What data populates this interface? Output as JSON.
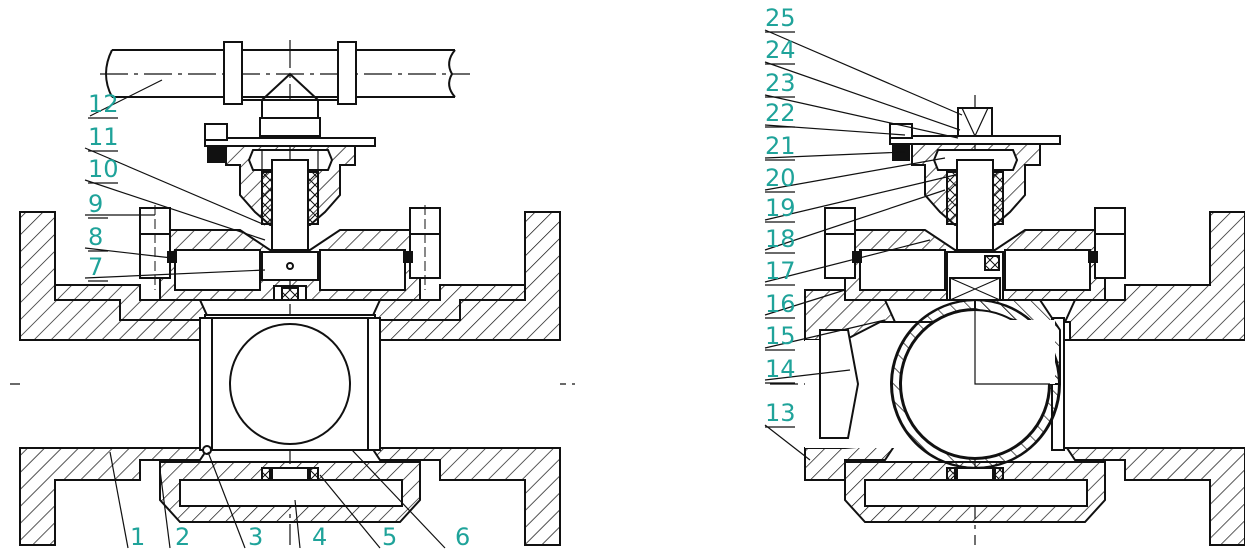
{
  "colors": {
    "line": "#111111",
    "label": "#1fa39a",
    "background": "#ffffff"
  },
  "left_view": {
    "labels": [
      "1",
      "2",
      "3",
      "4",
      "5",
      "6",
      "7",
      "8",
      "9",
      "10",
      "11",
      "12"
    ]
  },
  "right_view": {
    "labels": [
      "13",
      "14",
      "15",
      "16",
      "17",
      "18",
      "19",
      "20",
      "21",
      "22",
      "23",
      "24",
      "25"
    ]
  }
}
